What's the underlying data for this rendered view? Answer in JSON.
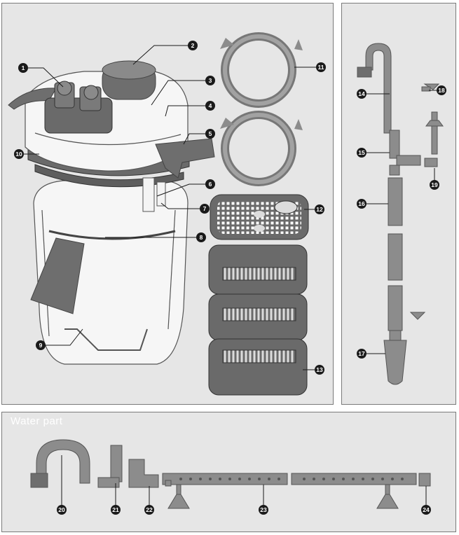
{
  "water_section": {
    "title": "Water part"
  },
  "callouts": [
    "1",
    "2",
    "3",
    "4",
    "5",
    "6",
    "7",
    "8",
    "9",
    "10",
    "11",
    "12",
    "13",
    "14",
    "15",
    "16",
    "17",
    "18",
    "19",
    "20",
    "21",
    "22",
    "23",
    "24"
  ],
  "colors": {
    "panel": "#e6e6e6",
    "part_dark": "#6e6e6e",
    "part_mid": "#8c8c8c",
    "part_light": "#f4f4f4",
    "callout": "#1a1a1a"
  }
}
